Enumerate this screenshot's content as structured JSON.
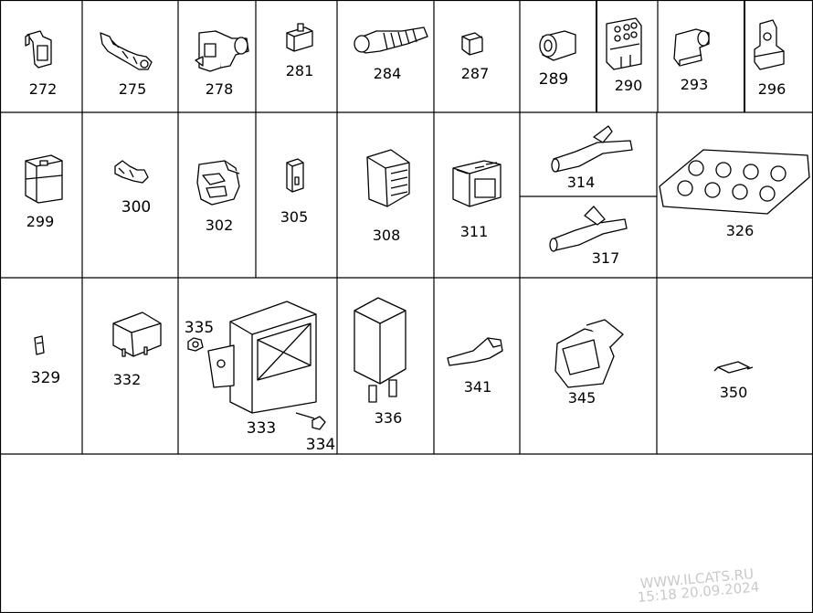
{
  "parts": [
    {
      "id": "p272",
      "number": "272"
    },
    {
      "id": "p275",
      "number": "275"
    },
    {
      "id": "p278",
      "number": "278"
    },
    {
      "id": "p281",
      "number": "281"
    },
    {
      "id": "p284",
      "number": "284"
    },
    {
      "id": "p287",
      "number": "287"
    },
    {
      "id": "p289",
      "number": "289"
    },
    {
      "id": "p290",
      "number": "290"
    },
    {
      "id": "p293",
      "number": "293"
    },
    {
      "id": "p296",
      "number": "296"
    },
    {
      "id": "p299",
      "number": "299"
    },
    {
      "id": "p300",
      "number": "300"
    },
    {
      "id": "p302",
      "number": "302"
    },
    {
      "id": "p305",
      "number": "305"
    },
    {
      "id": "p308",
      "number": "308"
    },
    {
      "id": "p311",
      "number": "311"
    },
    {
      "id": "p314",
      "number": "314"
    },
    {
      "id": "p317",
      "number": "317"
    },
    {
      "id": "p326",
      "number": "326"
    },
    {
      "id": "p329",
      "number": "329"
    },
    {
      "id": "p332",
      "number": "332"
    },
    {
      "id": "p333",
      "number": "333"
    },
    {
      "id": "p334",
      "number": "334"
    },
    {
      "id": "p335",
      "number": "335"
    },
    {
      "id": "p336",
      "number": "336"
    },
    {
      "id": "p341",
      "number": "341"
    },
    {
      "id": "p345",
      "number": "345"
    },
    {
      "id": "p350",
      "number": "350"
    }
  ],
  "watermark": {
    "site": "WWW.ILCATS.RU",
    "timestamp": "15:18 20.09.2024"
  }
}
